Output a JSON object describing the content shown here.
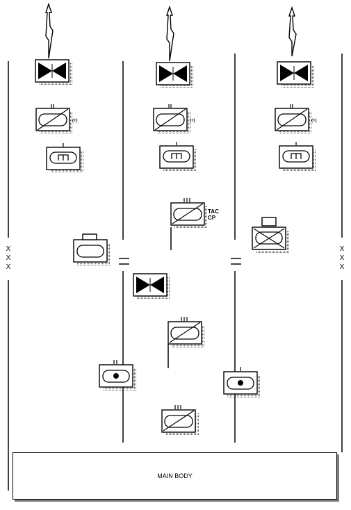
{
  "diagram": {
    "main_body_label": "MAIN BODY",
    "boundary_left_label": [
      "X",
      "X",
      "X"
    ],
    "boundary_right_label": [
      "X",
      "X",
      "X"
    ],
    "tac_cp_label": [
      "TAC",
      "CP"
    ],
    "echelon_marker": "(+)",
    "echelon_marker_mid": "(+)",
    "echelon_marker_right": "(+)",
    "colors": {
      "ink": "#000000",
      "shadow": "#7a7a7a",
      "background": "#ffffff"
    }
  }
}
